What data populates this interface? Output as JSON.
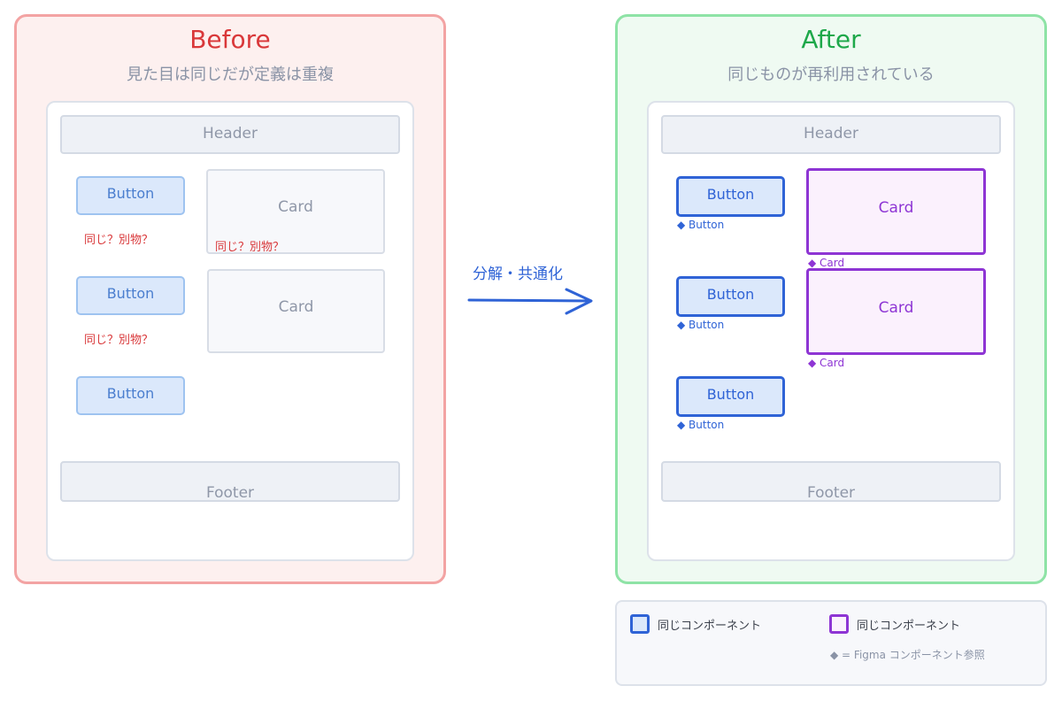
{
  "before": {
    "title": "Before",
    "subtitle": "見た目は同じだが定義は重複",
    "header": "Header",
    "footer": "Footer",
    "buttons": [
      "Button",
      "Button",
      "Button"
    ],
    "cards": [
      "Card",
      "Card"
    ],
    "notes": [
      "同じ？別物？",
      "同じ？別物？",
      "同じ？別物？"
    ]
  },
  "arrow": {
    "label": "分解・共通化"
  },
  "after": {
    "title": "After",
    "subtitle": "同じものが再利用されている",
    "header": "Header",
    "footer": "Footer",
    "buttons": [
      "Button",
      "Button",
      "Button"
    ],
    "cards": [
      "Card",
      "Card"
    ],
    "button_refs": [
      "◆ Button",
      "◆ Button",
      "◆ Button"
    ],
    "card_refs": [
      "◆ Card",
      "◆ Card"
    ]
  },
  "legend": {
    "blue_label": "同じコンポーネント",
    "purple_label": "同じコンポーネント",
    "note": "◆ = Figma コンポーネント参照"
  },
  "colors": {
    "before_border": "#f3a3a3",
    "after_border": "#8ee3a6",
    "button_component": "#2f63d6",
    "card_component": "#8e35d4",
    "warning_text": "#d9383a"
  }
}
